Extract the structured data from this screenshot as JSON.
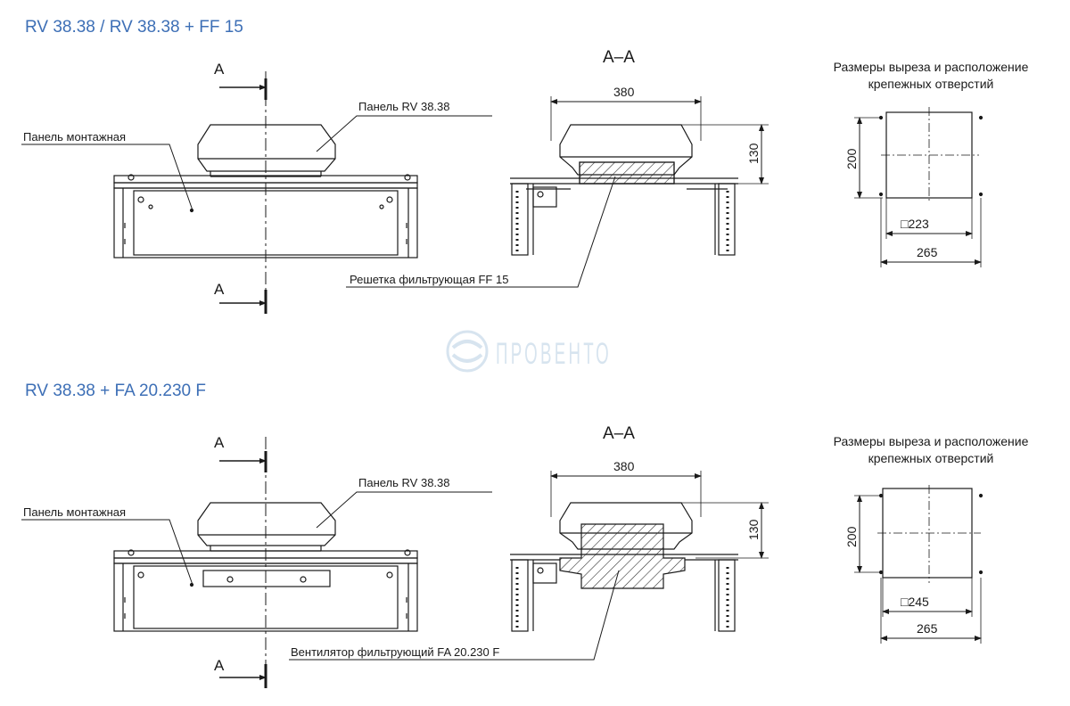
{
  "sections": [
    {
      "title": "RV 38.38 / RV 38.38 + FF 15",
      "section_marker": "A",
      "section_view_title": "A–A",
      "panel_label": "Панель RV 38.38",
      "mounting_label": "Панель монтажная",
      "component_label": "Решетка фильтрующая FF 15",
      "width_dim": "380",
      "height_dim": "130",
      "cutout_title_line1": "Размеры выреза и расположение",
      "cutout_title_line2": "крепежных отверстий",
      "cutout_height": "200",
      "cutout_square": "□223",
      "cutout_hole_spacing": "265"
    },
    {
      "title": "RV 38.38 + FA 20.230 F",
      "section_marker": "A",
      "section_view_title": "A–A",
      "panel_label": "Панель RV 38.38",
      "mounting_label": "Панель монтажная",
      "component_label": "Вентилятор фильтрующий FA 20.230 F",
      "width_dim": "380",
      "height_dim": "130",
      "cutout_title_line1": "Размеры выреза и расположение",
      "cutout_title_line2": "крепежных отверстий",
      "cutout_height": "200",
      "cutout_square": "□245",
      "cutout_hole_spacing": "265"
    }
  ],
  "watermark": "ПРОВЕНТО"
}
